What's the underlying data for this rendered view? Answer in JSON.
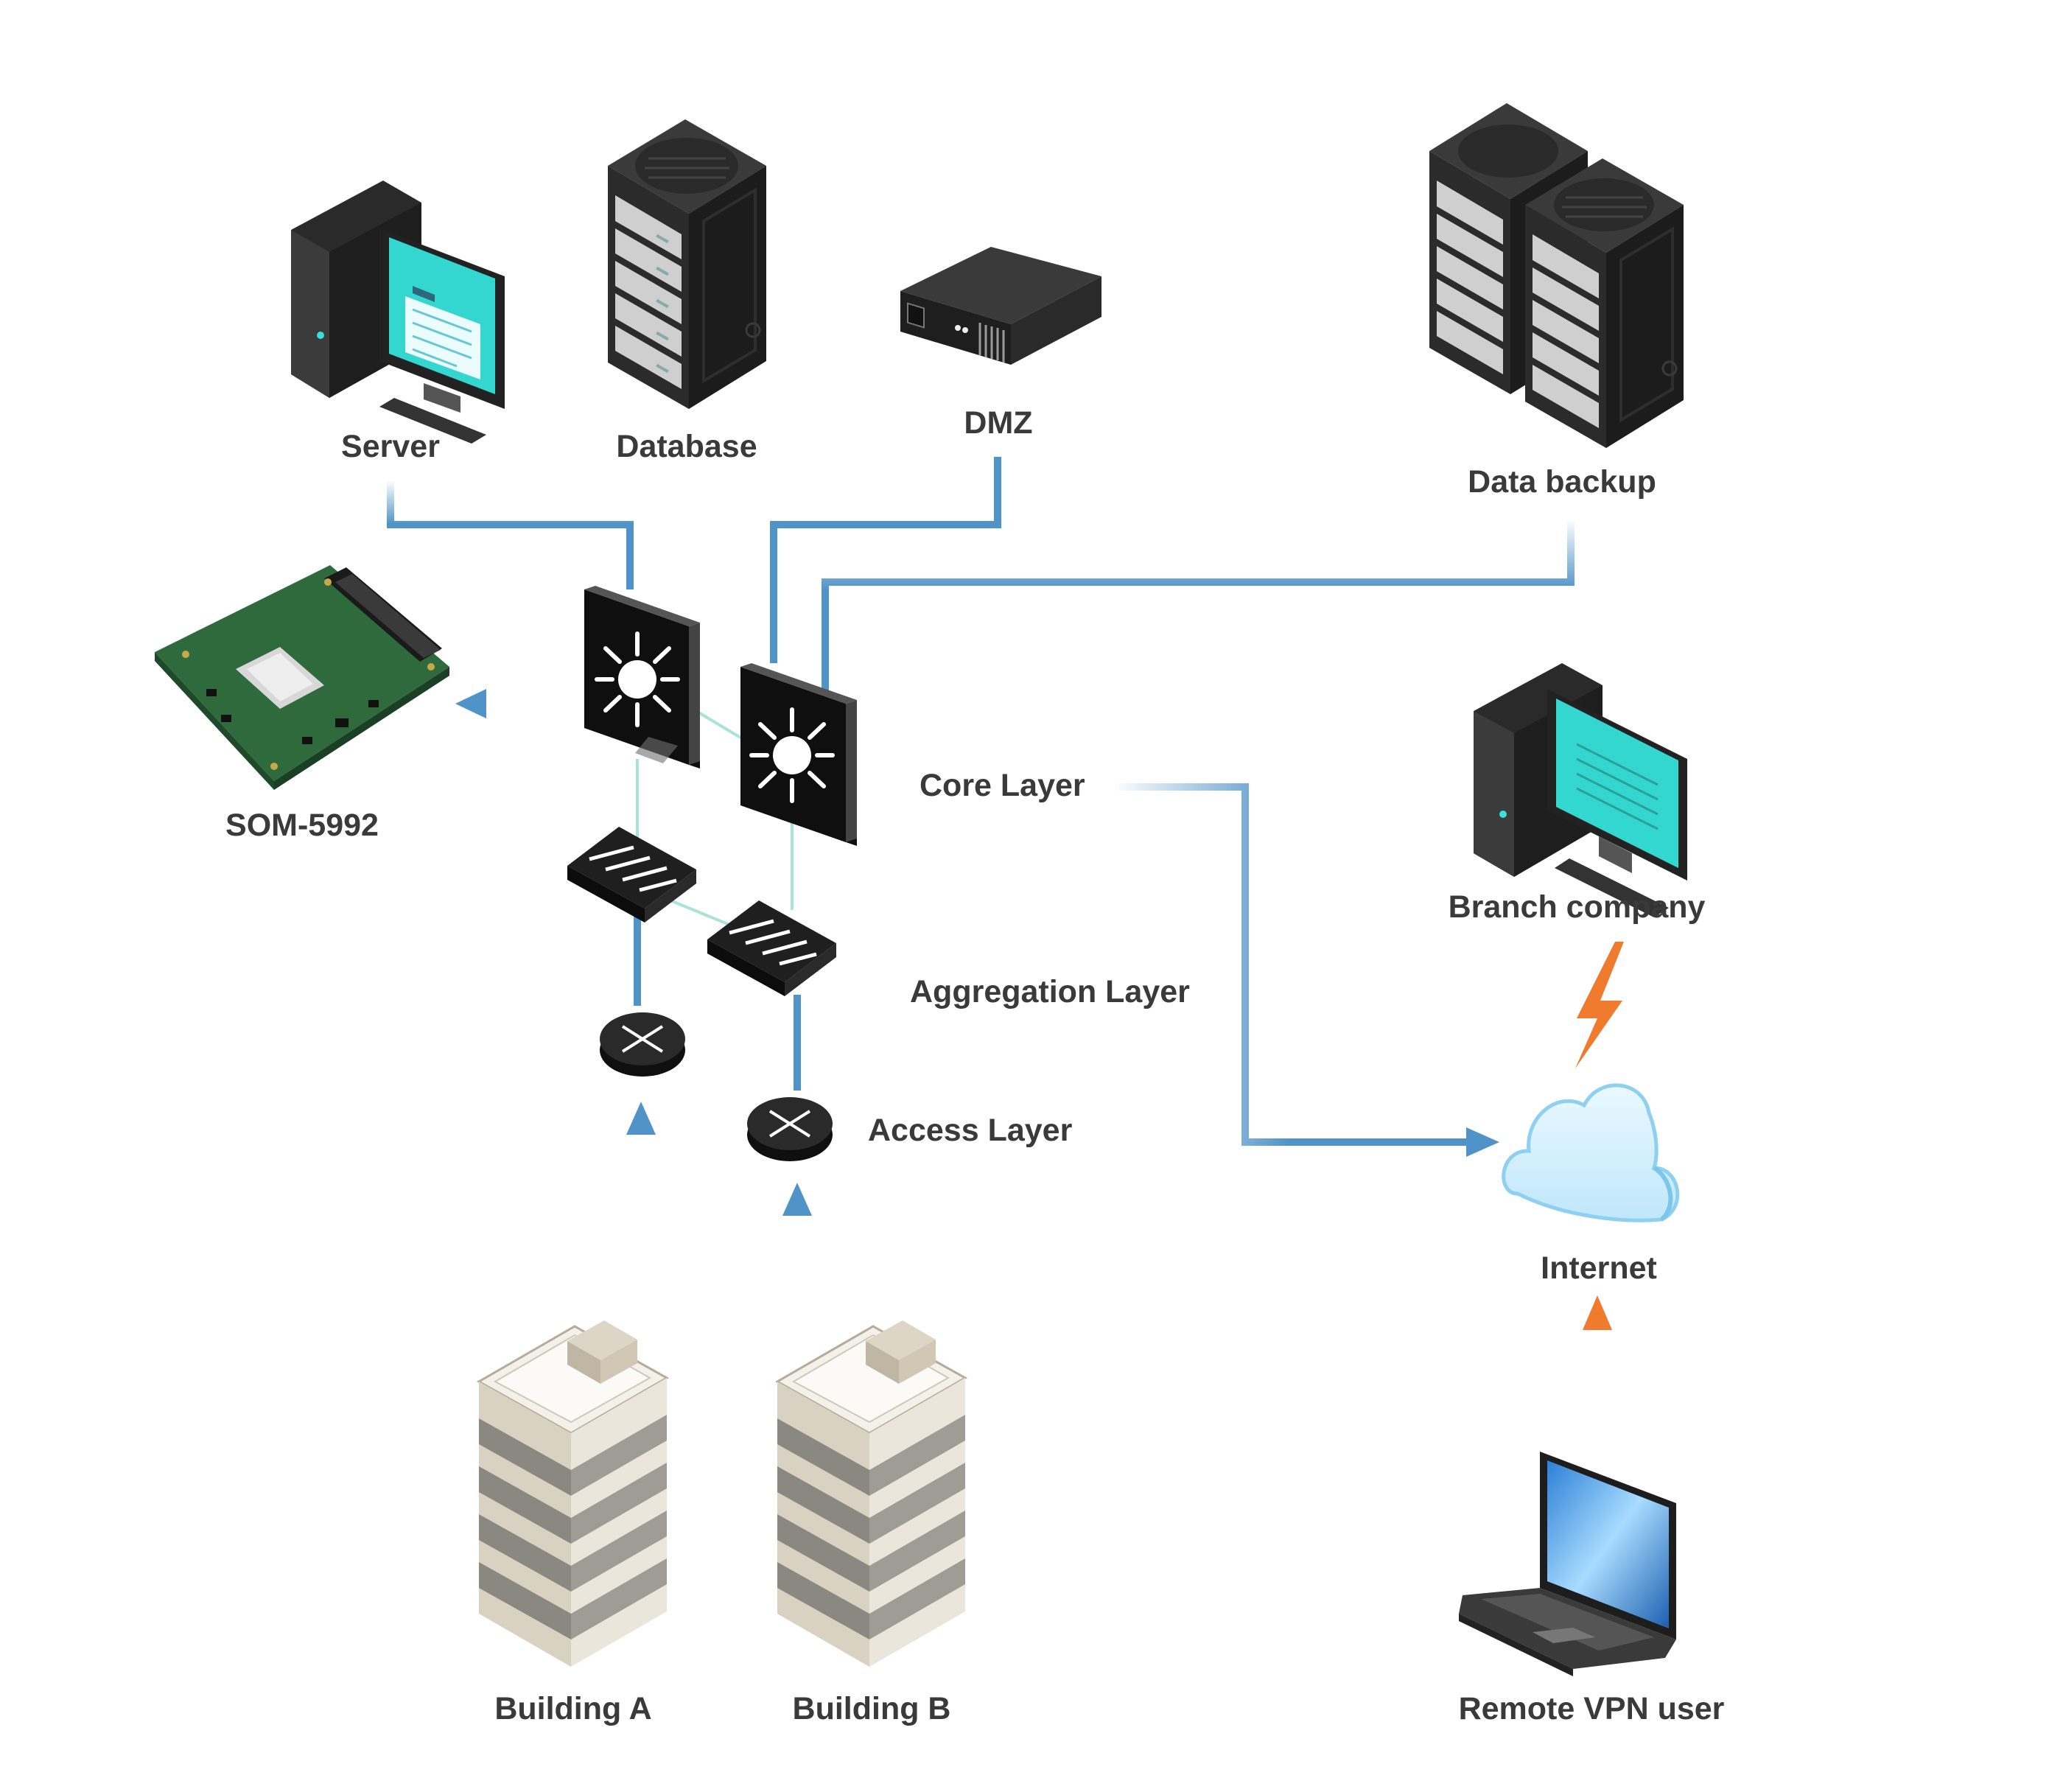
{
  "colors": {
    "link": "#4f93c8",
    "mesh": "#a8e3d6",
    "vpn": "#f07b2e",
    "label": "#3a3a3a",
    "switch_body": "#1b1b1b",
    "screen": "#34d6d0"
  },
  "nodes": {
    "server": {
      "label": "Server",
      "icon": "workstation-icon"
    },
    "database": {
      "label": "Database",
      "icon": "server-rack-icon"
    },
    "dmz": {
      "label": "DMZ",
      "icon": "rack-chassis-icon"
    },
    "data_backup": {
      "label": "Data backup",
      "icon": "server-rack-pair-icon"
    },
    "som": {
      "label": "SOM-5992",
      "icon": "computer-module-board-icon"
    },
    "branch": {
      "label": "Branch company",
      "icon": "workstation-icon"
    },
    "internet": {
      "label": "Internet",
      "icon": "cloud-icon"
    },
    "remote_vpn": {
      "label": "Remote VPN user",
      "icon": "laptop-icon"
    },
    "building_a": {
      "label": "Building A",
      "icon": "office-building-icon"
    },
    "building_b": {
      "label": "Building B",
      "icon": "office-building-icon"
    }
  },
  "layers": {
    "core": "Core Layer",
    "aggregation": "Aggregation Layer",
    "access": "Access Layer"
  }
}
